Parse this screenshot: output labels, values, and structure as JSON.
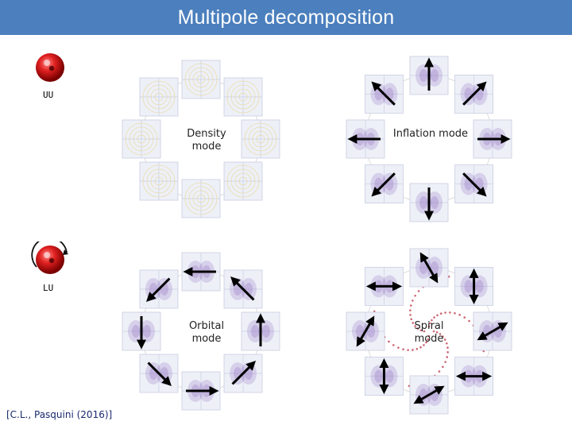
{
  "header": {
    "title": "Multipole decomposition"
  },
  "diagram_data": {
    "states": [
      {
        "label": "UU",
        "orbiting": false
      },
      {
        "label": "LU",
        "orbiting": true
      }
    ],
    "panels": [
      {
        "id": "density",
        "label": "Density mode",
        "map_color": "#e8d68a",
        "arrows": []
      },
      {
        "id": "inflation",
        "label": "Inflation mode",
        "map_color": "#9b7fc7",
        "arrows": [
          {
            "angle": -90,
            "double": false
          },
          {
            "angle": -45,
            "double": false
          },
          {
            "angle": 0,
            "double": false
          },
          {
            "angle": 45,
            "double": false
          },
          {
            "angle": 90,
            "double": false
          },
          {
            "angle": 135,
            "double": false
          },
          {
            "angle": 180,
            "double": false
          },
          {
            "angle": -135,
            "double": false
          }
        ]
      },
      {
        "id": "orbital",
        "label": "Orbital mode",
        "map_color": "#9b7fc7",
        "arrows": [
          {
            "angle": 180,
            "double": false
          },
          {
            "angle": -135,
            "double": false
          },
          {
            "angle": -90,
            "double": false
          },
          {
            "angle": -45,
            "double": false
          },
          {
            "angle": 0,
            "double": false
          },
          {
            "angle": 45,
            "double": false
          },
          {
            "angle": 90,
            "double": false
          },
          {
            "angle": 135,
            "double": false
          }
        ]
      },
      {
        "id": "spiral",
        "label": "Spiral mode",
        "map_color": "#9b7fc7",
        "spiral": true,
        "arrows": [
          {
            "angle": 60,
            "double": true
          },
          {
            "angle": 90,
            "double": true
          },
          {
            "angle": 150,
            "double": true
          },
          {
            "angle": 0,
            "double": true
          },
          {
            "angle": -30,
            "double": true
          },
          {
            "angle": 90,
            "double": true
          },
          {
            "angle": -60,
            "double": true
          },
          {
            "angle": 0,
            "double": true
          }
        ]
      }
    ]
  },
  "citation": "[C.L., Pasquini (2016)]"
}
